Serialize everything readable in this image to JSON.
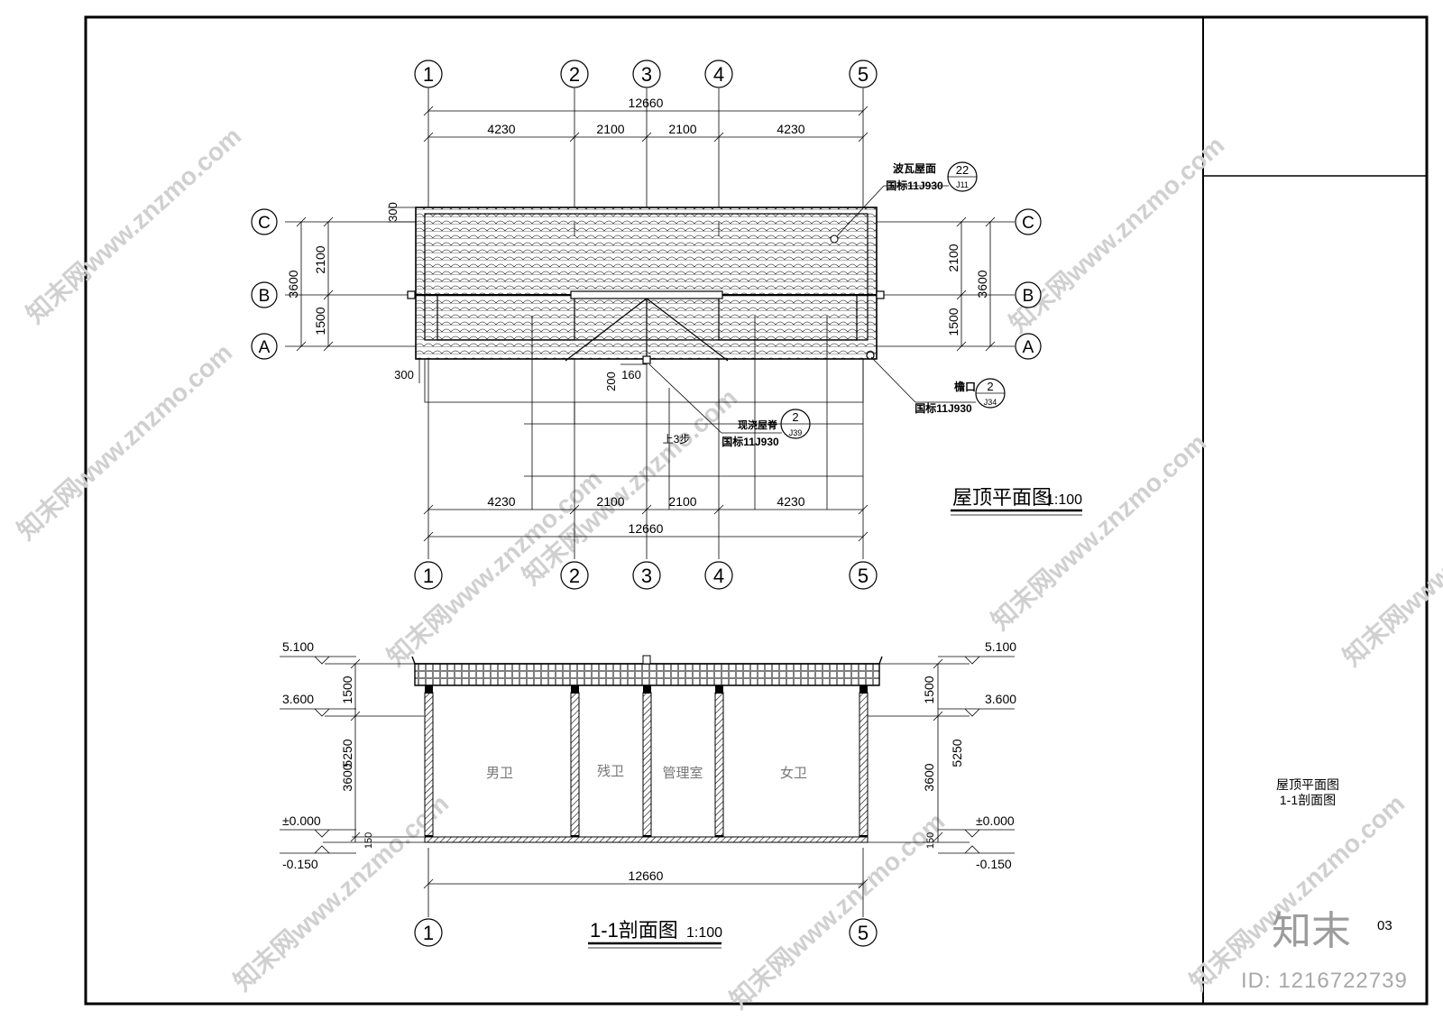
{
  "grid_top": [
    "1",
    "2",
    "3",
    "4",
    "5"
  ],
  "grid_rows": [
    "C",
    "B",
    "A"
  ],
  "roof_plan": {
    "overall": "12660",
    "bays": [
      "4230",
      "2100",
      "2100",
      "4230"
    ],
    "left_dims": [
      "3600",
      "2100",
      "1500"
    ],
    "right_dims": [
      "2100",
      "3600",
      "1500"
    ],
    "offset_top": "300",
    "offset_bottom": "300",
    "dim_200": "200",
    "dim_160": "160",
    "steps": "上3步",
    "callout_roof": {
      "label": "波瓦屋面",
      "ref": "国标11J930",
      "num": "22",
      "sheet": "J11"
    },
    "callout_eave": {
      "label": "檐口",
      "ref": "国标11J930",
      "num": "2",
      "sheet": "J34"
    },
    "callout_ridge": {
      "label": "现浇屋脊",
      "ref": "国标11J930",
      "num": "2",
      "sheet": "J39"
    },
    "title": "屋顶平面图",
    "scale": "1:100"
  },
  "section": {
    "levels": [
      "5.100",
      "3.600",
      "±0.000",
      "-0.150"
    ],
    "dims": [
      "1500",
      "5250",
      "3600",
      "150"
    ],
    "rooms": [
      "男卫",
      "残卫",
      "管理室",
      "女卫"
    ],
    "overall": "12660",
    "grid": [
      "1",
      "5"
    ],
    "title": "1-1剖面图",
    "scale": "1:100"
  },
  "sheet_titles": [
    "屋顶平面图",
    "1-1剖面图"
  ],
  "page_number": "03",
  "brand": "知末",
  "doc_id": "ID: 1216722739",
  "watermark": "知末网www.znzmo.com"
}
